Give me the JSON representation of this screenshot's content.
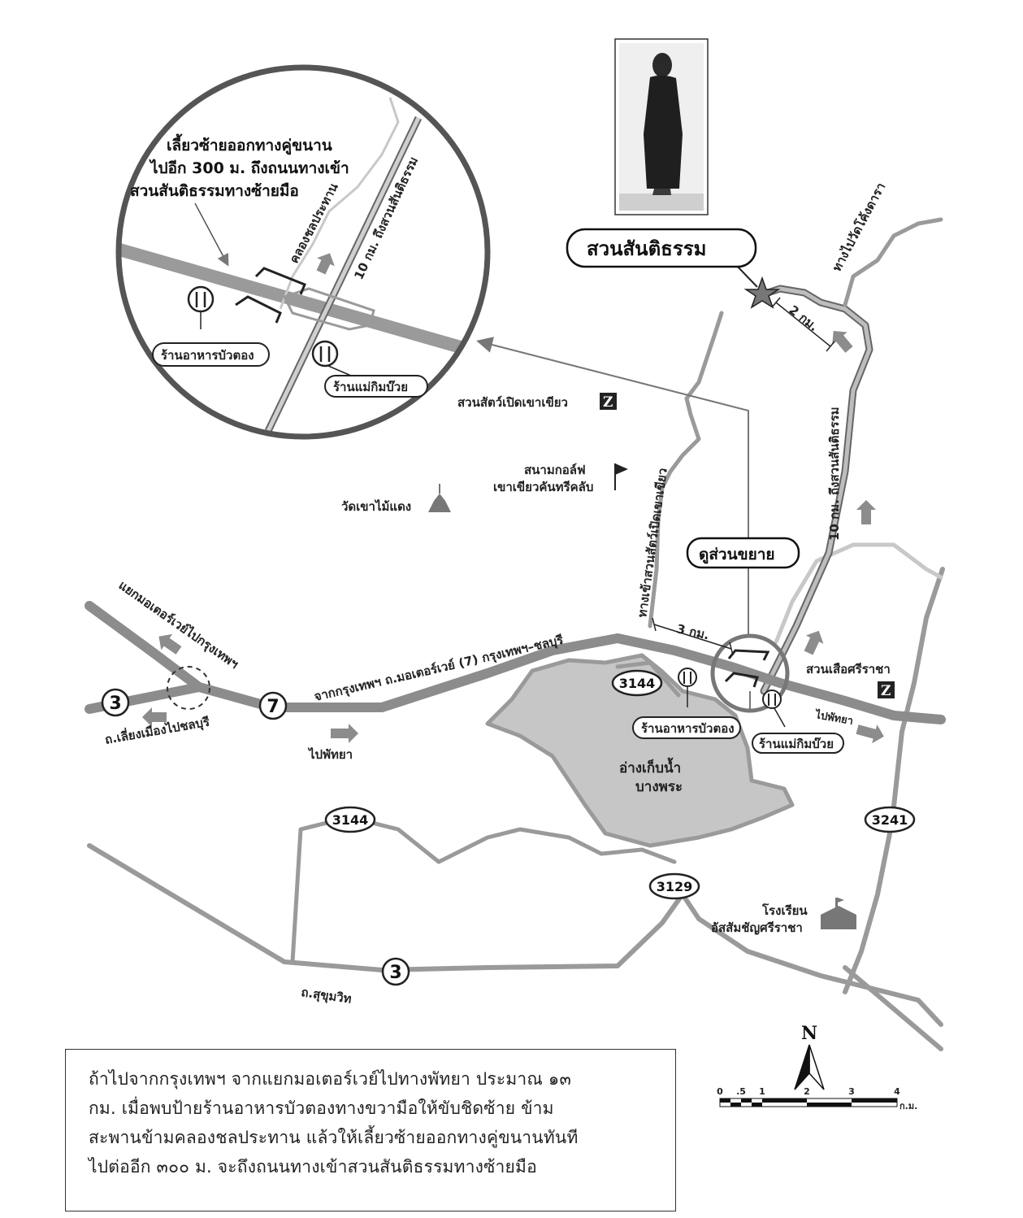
{
  "places": {
    "santi_tham_title": "สวนสันติธรรม",
    "to_wat_khung_dara": "ทางไปวัดโค้งดารา",
    "dist_2km": "2 กม.",
    "road_10km_main": "10 กม. ถึงสวนสันติธรรม",
    "khao_kheow_zoo": "สวนสัตว์เปิดเขาเขียว",
    "golf_line1": "สนามกอล์ฟ",
    "golf_line2": "เขาเขียวคันทรีคลับ",
    "wat_khao_mai_daeng": "วัดเขาไม้แดง",
    "zoom_label": "ดูส่วนขยาย",
    "zoo_entrance_road": "ทางเข้าสวนสัตว์เปิดเขาเขียว",
    "dist_3km": "3 กม.",
    "motorway_junction": "แยกมอเตอร์เวย์ไปกรุงเทพฯ",
    "motorway_label": "จากกรุงเทพฯ ถ.มอเตอร์เวย์ (7) กรุงเทพฯ–ชลบุรี",
    "bypass_road": "ถ.เลี่ยงเมืองไปชลบุรี",
    "to_pattaya": "ไปพัทยา",
    "to_pattaya_small": "ไปพัทยา",
    "sri_racha_tiger_zoo": "สวนเสือศรีราชา",
    "restaurant_buatong": "ร้านอาหารบัวตอง",
    "restaurant_mae_kim": "ร้านแม่กิมบ๊วย",
    "reservoir_line1": "อ่างเก็บน้ำ",
    "reservoir_line2": "บางพระ",
    "school_line1": "โรงเรียน",
    "school_line2": "อัสสัมชัญศรีราชา",
    "sukhumvit": "ถ.สุขุมวิท"
  },
  "shields": {
    "r3144_a": "3144",
    "r3144_b": "3144",
    "r3129": "3129",
    "r3241": "3241",
    "r3_west": "3",
    "r7": "7",
    "r3_south": "3"
  },
  "inset": {
    "note_line1": "เลี้ยวซ้ายออกทางคู่ขนาน",
    "note_line2": "ไปอีก 300 ม. ถึงถนนทางเข้า",
    "note_line3": "สวนสันติธรรมทางซ้ายมือ",
    "canal": "คลองชลประทาน",
    "road_10km": "10 กม. ถึงสวนสันติธรรม",
    "restaurant_buatong": "ร้านอาหารบัวตอง",
    "restaurant_mae_kim": "ร้านแม่กิมบ๊วย"
  },
  "compass": {
    "north": "N"
  },
  "scale": {
    "ticks": [
      "0",
      ".5",
      "1",
      "2",
      "3",
      "4"
    ],
    "unit": "ก.ม."
  },
  "directions": {
    "lines": [
      "ถ้าไปจากกรุงเทพฯ จากแยกมอเตอร์เวย์ไปทางพัทยา ประมาณ ๑๓",
      "กม. เมื่อพบป้ายร้านอาหารบัวตองทางขวามือให้ขับชิดซ้าย ข้าม",
      "สะพานข้ามคลองชลประทาน แล้วให้เลี้ยวซ้ายออกทางคู่ขนานทันที",
      "ไปต่ออีก ๓๐๐ ม. จะถึงถนนทางเข้าสวนสันติธรรมทางซ้ายมือ"
    ]
  },
  "colors": {
    "road_dark": "#8c8c8c",
    "road_light": "#c8c8c8",
    "reservoir": "#c4c4c4",
    "text": "#222222"
  }
}
